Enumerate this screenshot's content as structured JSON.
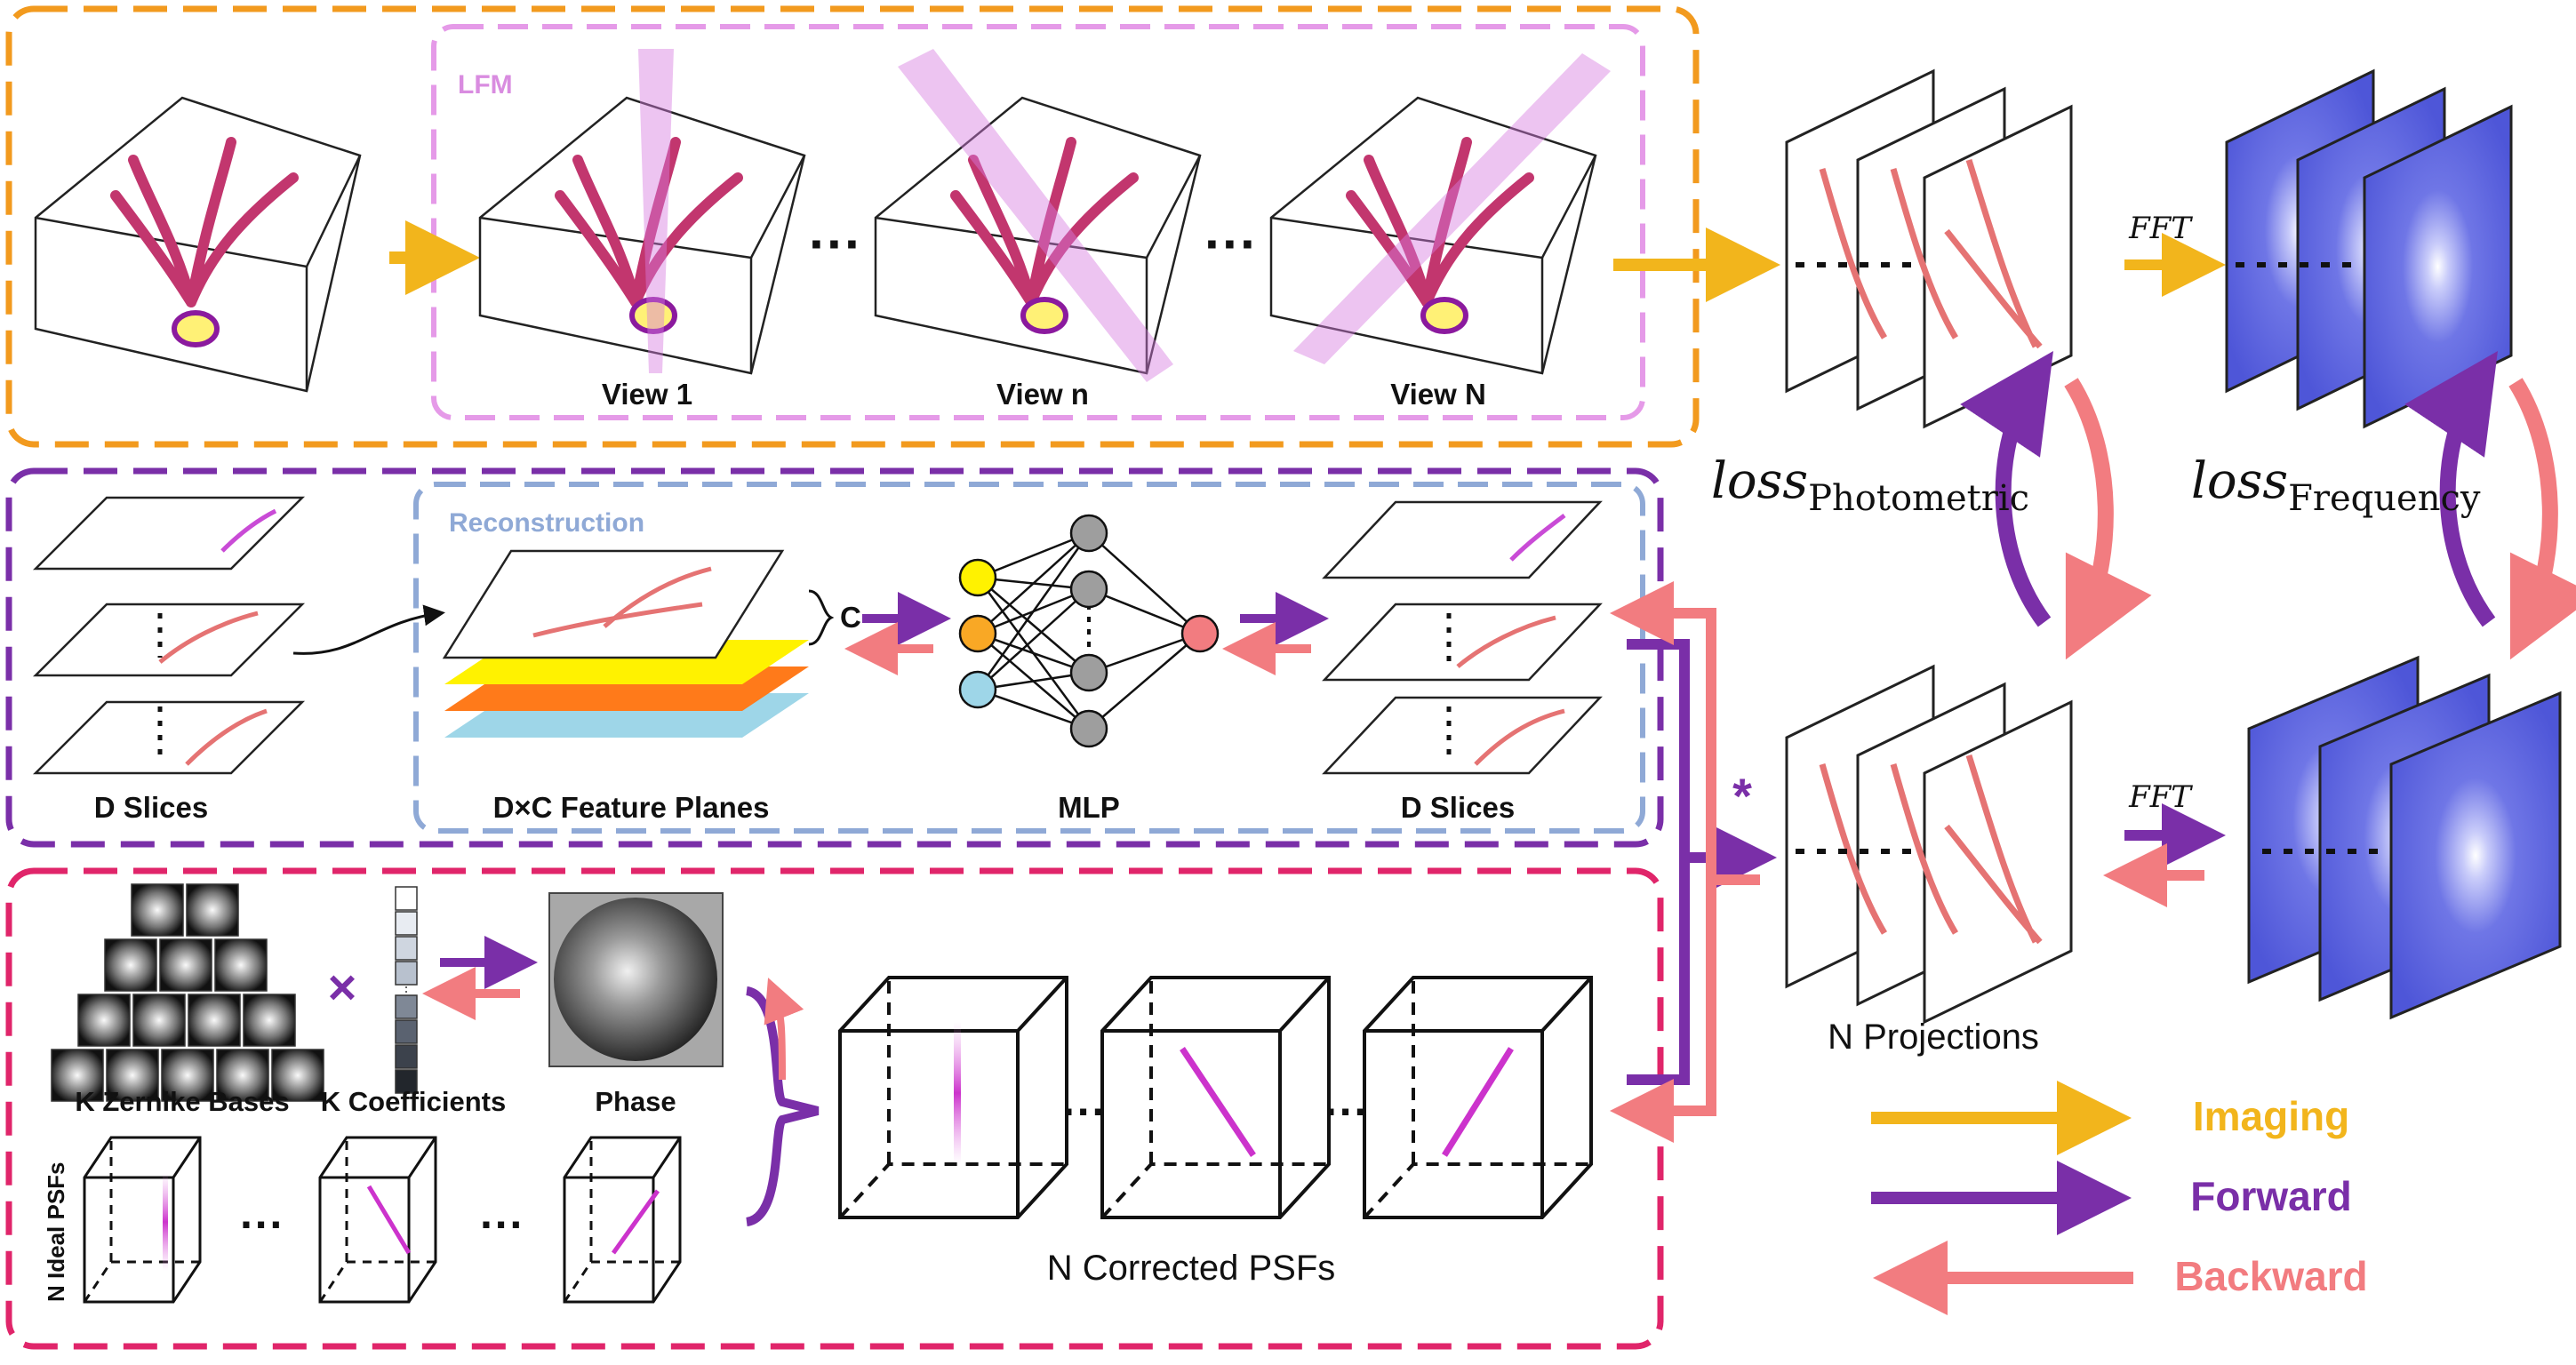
{
  "colors": {
    "imaging": "#F2B51C",
    "forward": "#7A2FA8",
    "backward": "#F27C80",
    "orange_box": "#F29A1E",
    "lfm_box": "#E59AE8",
    "purple_box": "#7A2FA8",
    "recon_box": "#8FA9D6",
    "pink_box": "#E0256A",
    "lfm_text": "#D98CE0",
    "recon_text": "#8FA9D6",
    "spectrum": "#5C63E0",
    "feature_yellow": "#FFF200",
    "feature_orange": "#FF7A1A",
    "feature_cyan": "#9ED6E8"
  },
  "labels": {
    "lfm": "LFM",
    "view1": "View 1",
    "viewn": "View n",
    "viewN": "View N",
    "reconstruction": "Reconstruction",
    "d_slices": "D Slices",
    "feature_planes": "D×C  Feature Planes",
    "c": "C",
    "mlp": "MLP",
    "d_slices_out": "D Slices",
    "fft_top": "FFT",
    "fft_bottom": "FFT",
    "loss_photometric_main": "loss",
    "loss_photometric_sub": "Photometric",
    "loss_frequency_main": "loss",
    "loss_frequency_sub": "Frequency",
    "convolution": "*",
    "n_projections": "N Projections",
    "zernike": "K Zernike Bases",
    "coefficients": "K Coefficients",
    "phase": "Phase",
    "multiply": "×",
    "n_ideal_psfs": "N Ideal PSFs",
    "n_corrected_psfs": "N Corrected PSFs"
  },
  "legend": [
    {
      "label": "Imaging",
      "kind": "imaging"
    },
    {
      "label": "Forward",
      "kind": "forward"
    },
    {
      "label": "Backward",
      "kind": "backward"
    }
  ]
}
